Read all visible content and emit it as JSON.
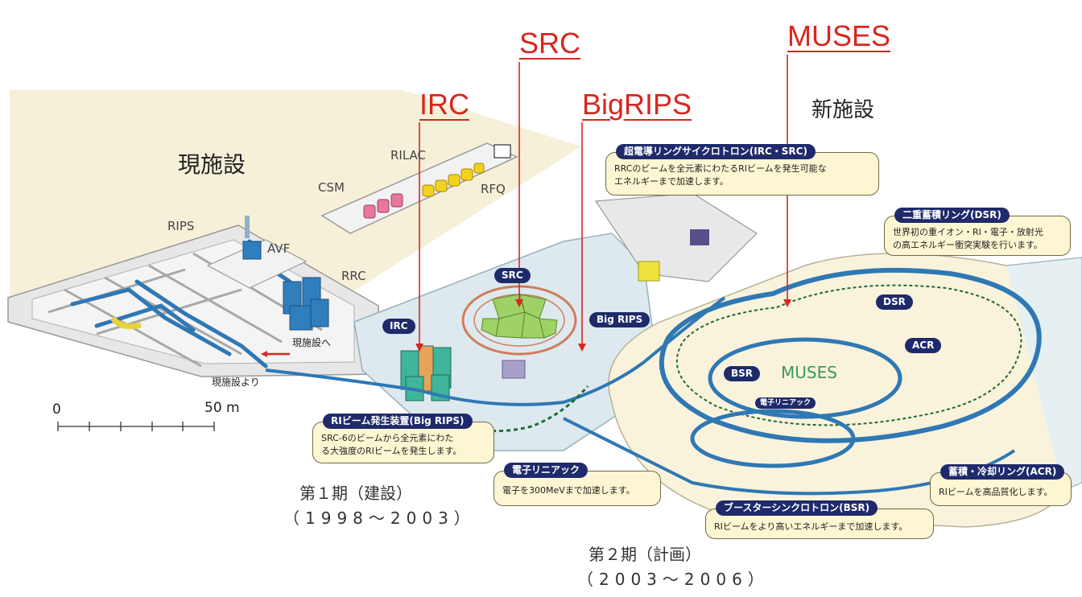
{
  "callouts": {
    "src": "SRC",
    "muses": "MUSES",
    "irc": "IRC",
    "bigrips": "BigRIPS"
  },
  "areas": {
    "existing": "現施設",
    "new": "新施設"
  },
  "facility_labels": {
    "rilac": "RILAC",
    "csm": "CSM",
    "rfq": "RFQ",
    "rips": "RIPS",
    "avf": "AVF",
    "rrc": "RRC",
    "to_existing": "現施設へ",
    "from_existing": "現施設より",
    "muses_floor": "MUSES"
  },
  "badges": {
    "src": "SRC",
    "irc": "IRC",
    "big_rips": "Big RIPS",
    "dsr": "DSR",
    "acr": "ACR",
    "bsr": "BSR",
    "linac": "電子リニアック"
  },
  "info_boxes": {
    "irc_src": {
      "title": "超電導リングサイクロトロン(IRC・SRC)",
      "line1": "RRCのビームを全元素にわたるRIビームを発生可能な",
      "line2": "エネルギーまで加速します。"
    },
    "dsr": {
      "title": "二重蓄積リング(DSR)",
      "line1": "世界初の重イオン・RI・電子・放射光",
      "line2": "の高エネルギー衝突実験を行います。"
    },
    "big_rips": {
      "title": "RIビーム発生装置(Big RIPS)",
      "line1": "SRC-6のビームから全元素にわた",
      "line2": "る大強度のRIビームを発生します。"
    },
    "linac": {
      "title": "電子リニアック",
      "line1": "電子を300MeVまで加速します。"
    },
    "acr": {
      "title": "蓄積・冷却リング(ACR)",
      "line1": "RIビームを高品質化します。"
    },
    "bsr": {
      "title": "ブースターシンクロトロン(BSR)",
      "line1": "RIビームをより高いエネルギーまで加速します。"
    }
  },
  "scale": {
    "zero": "0",
    "fifty": "50 m"
  },
  "phases": {
    "phase1_title": "第１期（建設）",
    "phase1_years": "（1998～2003）",
    "phase2_title": "第２期（計画）",
    "phase2_years": "（2003～2006）"
  },
  "colors": {
    "callout_red": "#d8261f",
    "badge_navy": "#1f2a6b",
    "info_bg": "#fdf6d2",
    "beige_bg": "#f6f0d8",
    "platform": "#dde9ee",
    "beamline": "#2f78b4",
    "magnet_green": "#2e8a3e",
    "src_green": "#9fd166",
    "irc_teal": "#3fb59a",
    "rrc_blue": "#2f7fbf",
    "rilac_yellow": "#f3d21f",
    "csm_pink": "#e9779c"
  }
}
